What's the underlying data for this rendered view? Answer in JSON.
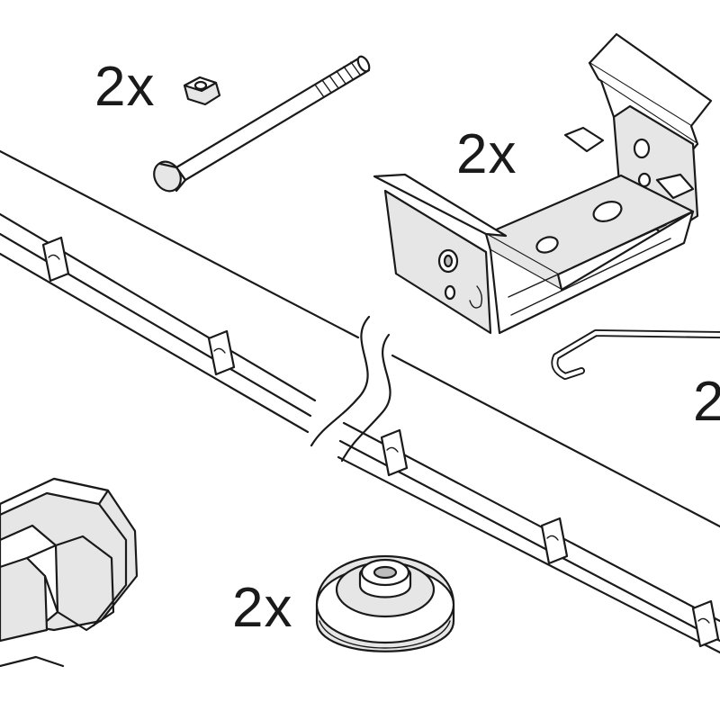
{
  "labels": {
    "nut_bolt_qty": "2x",
    "bracket_qty": "2x",
    "hook_qty": "2",
    "cap_qty": "2x"
  }
}
